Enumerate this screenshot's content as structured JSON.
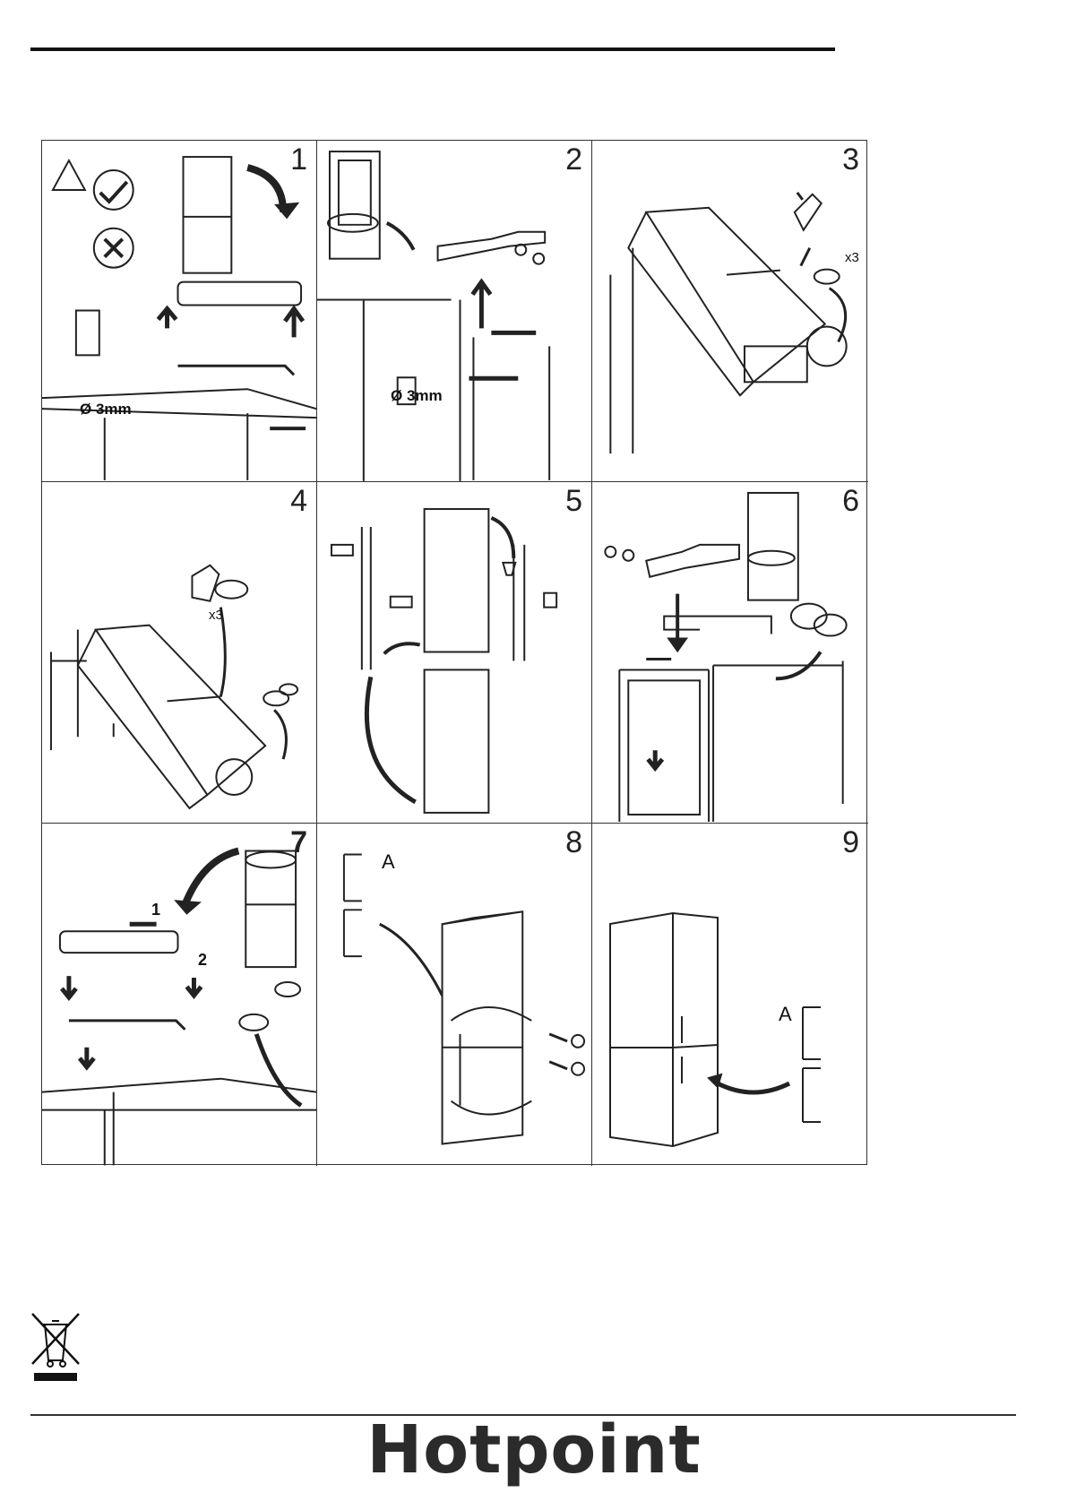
{
  "panels": [
    {
      "num": "1",
      "label": "Ø 3mm"
    },
    {
      "num": "2",
      "label": "Ø 3mm"
    },
    {
      "num": "3",
      "label": "x3"
    },
    {
      "num": "4",
      "label": "x3"
    },
    {
      "num": "5"
    },
    {
      "num": "6"
    },
    {
      "num": "7",
      "step_a": "1",
      "step_b": "2"
    },
    {
      "num": "8",
      "label": "A"
    },
    {
      "num": "9",
      "label": "A"
    }
  ],
  "footer": {
    "brand": "Hotpoint"
  }
}
